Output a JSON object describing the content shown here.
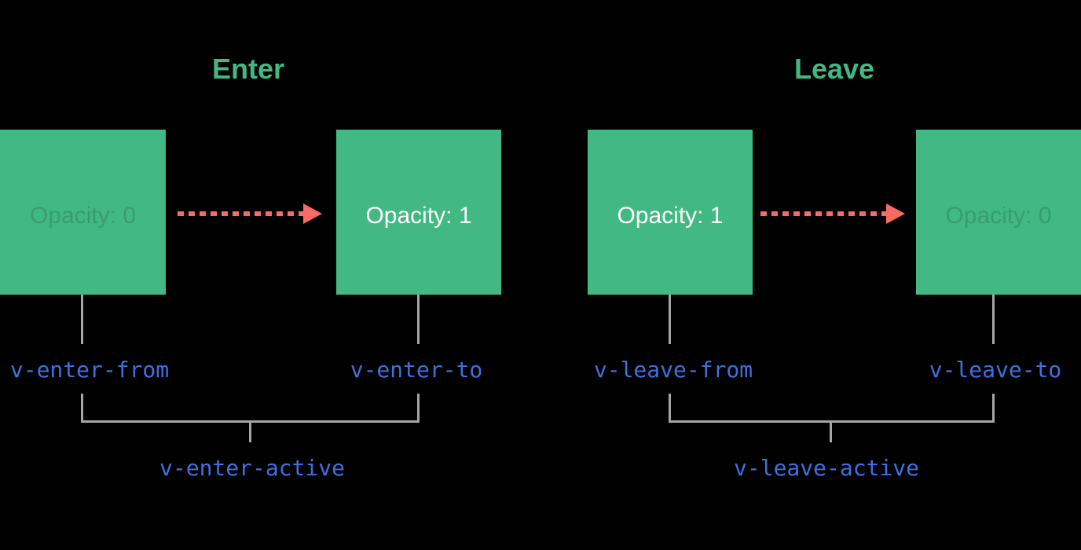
{
  "colors": {
    "background": "#000000",
    "green": "#42b883",
    "blue": "#4070e0",
    "salmon": "#f96b64",
    "gray": "#a5a5a5",
    "white": "#ffffff",
    "faint_text": "rgba(0,0,0,0.15)"
  },
  "sections": [
    {
      "title": "Enter",
      "from_box": "Opacity: 0",
      "to_box": "Opacity: 1",
      "from_label": "v-enter-from",
      "to_label": "v-enter-to",
      "active_label": "v-enter-active"
    },
    {
      "title": "Leave",
      "from_box": "Opacity: 1",
      "to_box": "Opacity: 0",
      "from_label": "v-leave-from",
      "to_label": "v-leave-to",
      "active_label": "v-leave-active"
    }
  ]
}
